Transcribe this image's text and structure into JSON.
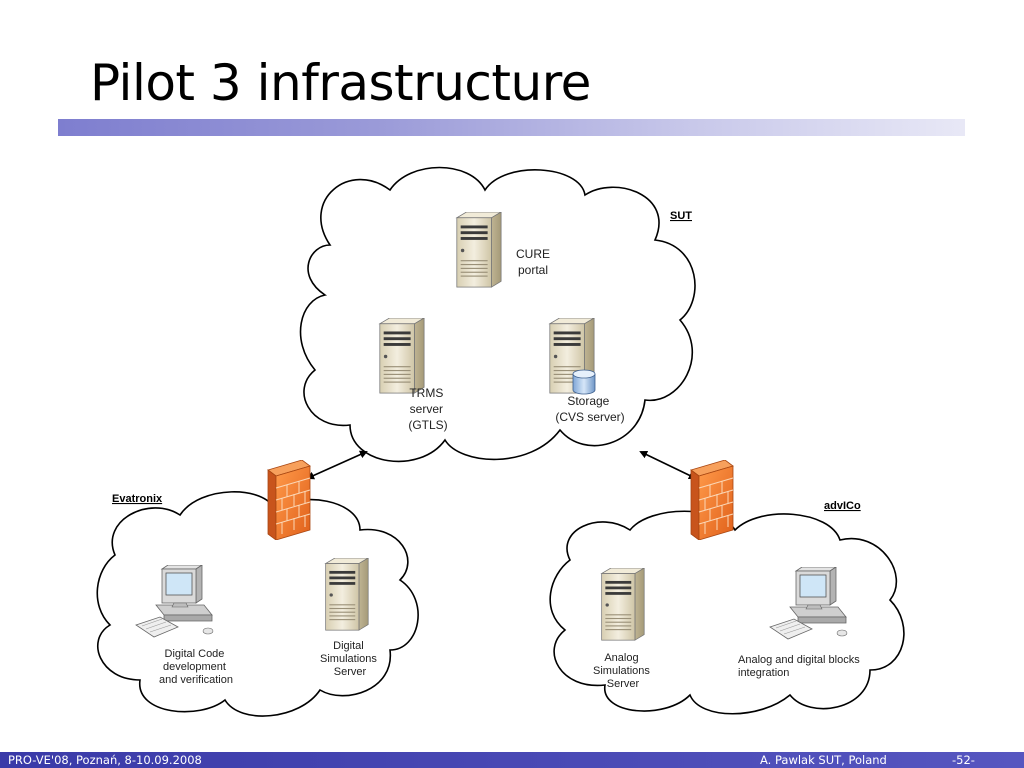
{
  "slide": {
    "title": "Pilot 3 infrastructure"
  },
  "colors": {
    "title_bar_start": "#7e7ecf",
    "footer_bar": "#3a3aa8",
    "server_beige": "#e9e2cc",
    "firewall_orange": "#f07a2a"
  },
  "clouds": {
    "sut": {
      "name": "SUT",
      "nodes": {
        "cure": [
          "CURE",
          "portal"
        ],
        "trms": [
          "TRMS",
          "server",
          "(GTLS)"
        ],
        "storage": [
          "Storage",
          "(CVS server)"
        ]
      }
    },
    "evatronix": {
      "name": "Evatronix",
      "nodes": {
        "workstation": [
          "Digital Code",
          "development",
          "and verification"
        ],
        "server": [
          "Digital",
          "Simulations",
          "Server"
        ]
      }
    },
    "advico": {
      "name": "advICo",
      "nodes": {
        "server": [
          "Analog",
          "Simulations",
          "Server"
        ],
        "workstation": [
          "Analog and digital blocks",
          "integration"
        ]
      }
    }
  },
  "icons": {
    "server": "server-tower-icon",
    "workstation": "desktop-computer-icon",
    "firewall": "firewall-icon",
    "database": "database-icon"
  },
  "footer": {
    "left": "PRO-VE'08, Poznań, 8-10.09.2008",
    "author": "A. Pawlak  SUT, Poland",
    "page": "-52-"
  }
}
